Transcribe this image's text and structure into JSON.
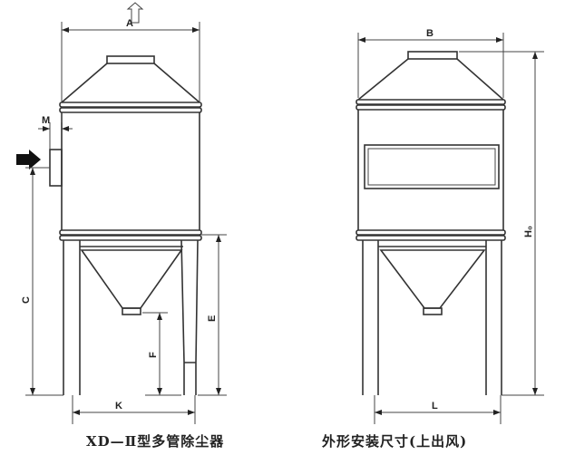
{
  "dimensions": {
    "A": "A",
    "B": "B",
    "C": "C",
    "E": "E",
    "F": "F",
    "K": "K",
    "L": "L",
    "M": "M",
    "H0": "H₀"
  },
  "captions": {
    "left": "XD—Ⅱ型多管除尘器",
    "right": "外形安装尺寸(上出风)"
  },
  "colors": {
    "line": "#333333",
    "background": "#ffffff"
  }
}
